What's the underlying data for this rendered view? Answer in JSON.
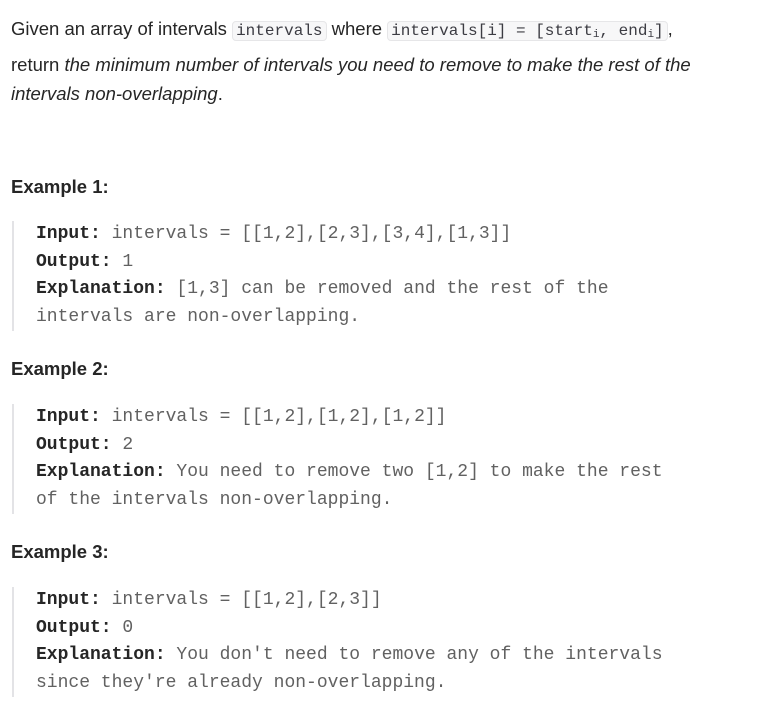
{
  "description": {
    "t1": "Given an array of intervals ",
    "code1": "intervals",
    "t2": " where ",
    "code2_main": "intervals[i] = [start",
    "code2_sub1": "i",
    "code2_mid": ", end",
    "code2_sub2": "i",
    "code2_end": "]",
    "t3": ",",
    "t4": "return ",
    "t5_italic": "the minimum number of intervals you need to remove to make the rest of the intervals non-overlapping",
    "t6": "."
  },
  "examples": [
    {
      "title": "Example 1:",
      "input_label": "Input:",
      "input_value": " intervals = [[1,2],[2,3],[3,4],[1,3]]",
      "output_label": "Output:",
      "output_value": " 1",
      "explanation_label": "Explanation:",
      "explanation_line1": " [1,3] can be removed and the rest of the",
      "explanation_line2": "intervals are non-overlapping."
    },
    {
      "title": "Example 2:",
      "input_label": "Input:",
      "input_value": " intervals = [[1,2],[1,2],[1,2]]",
      "output_label": "Output:",
      "output_value": " 2",
      "explanation_label": "Explanation:",
      "explanation_line1": " You need to remove two [1,2] to make the rest",
      "explanation_line2": "of the intervals non-overlapping."
    },
    {
      "title": "Example 3:",
      "input_label": "Input:",
      "input_value": " intervals = [[1,2],[2,3]]",
      "output_label": "Output:",
      "output_value": " 0",
      "explanation_label": "Explanation:",
      "explanation_line1": " You don't need to remove any of the intervals",
      "explanation_line2": "since they're already non-overlapping."
    }
  ]
}
